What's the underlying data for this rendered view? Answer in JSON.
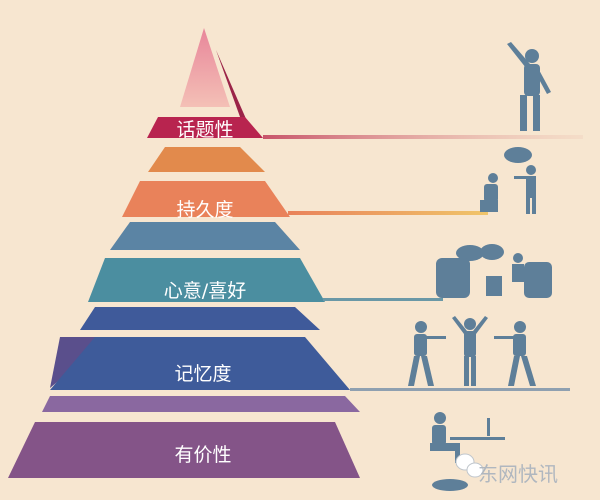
{
  "levels": [
    {
      "label": "话题性",
      "color": "#b8244f"
    },
    {
      "label": "持久度",
      "color": "#e9825a"
    },
    {
      "label": "心意/喜好",
      "color": "#4b8ea0"
    },
    {
      "label": "记忆度",
      "color": "#3e5b9a"
    },
    {
      "label": "有价性",
      "color": "#845488"
    }
  ],
  "watermark": "东网快讯",
  "figure_color": "#5e7f99"
}
